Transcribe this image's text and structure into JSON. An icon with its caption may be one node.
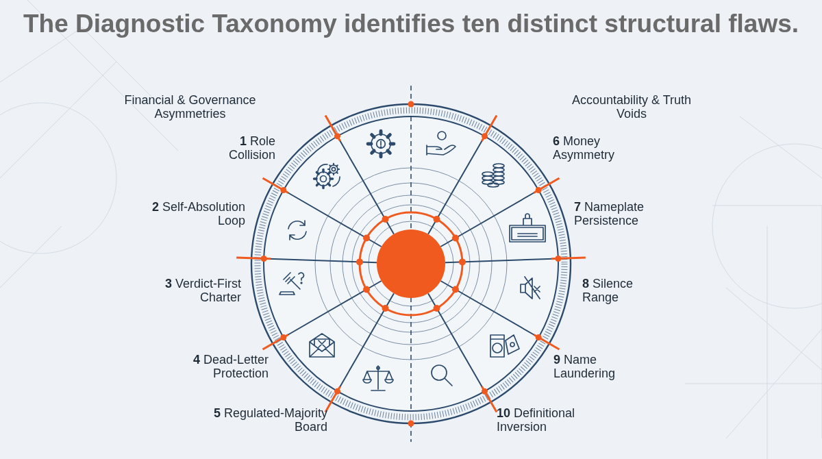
{
  "diagram": {
    "title": "The Diagnostic Taxonomy identifies ten distinct structural flaws.",
    "labels": [
      "Financial & Governance Asymmetries",
      "Accountability & Truth Voids",
      "**1** Role Collision",
      "**2** Self-Absolution Loop",
      "**3** Verdict-First Charter",
      "**4** Dead-Letter Protection",
      "**5** Regulated-Majority Board",
      "**6** Money Asymmetry",
      "**7** Nameplate Persistence",
      "**8** Silence Range",
      "**9** Name Laundering",
      "**10** Definitional Inversion"
    ]
  }
}
